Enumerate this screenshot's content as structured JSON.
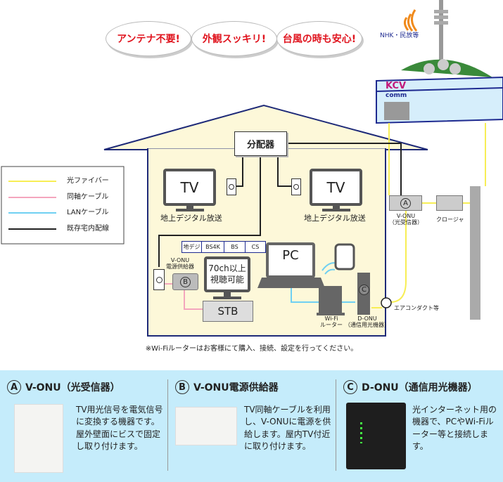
{
  "bubbles": [
    "アンテナ不要!",
    "外観スッキリ!",
    "台風の時も安心!"
  ],
  "station": {
    "label": "NHK・民放等",
    "logo_top": "KCV",
    "logo_bottom": "comm"
  },
  "legend": [
    {
      "label": "光ファイバー",
      "color": "#f7ee55"
    },
    {
      "label": "同軸ケーブル",
      "color": "#f4a6bd"
    },
    {
      "label": "LANケーブル",
      "color": "#6fd0f2"
    },
    {
      "label": "既存宅内配線",
      "color": "#222222"
    }
  ],
  "house": {
    "splitter": "分配器",
    "tv_left": "TV",
    "tv_right": "TV",
    "tv_left_label": "地上デジタル放送",
    "tv_right_label": "地上デジタル放送",
    "channels": [
      "地デジ",
      "BS4K",
      "BS",
      "CS"
    ],
    "vonu_power_label": "V-ONU\n電源供給器",
    "marker_b": "B",
    "tv_70ch": "70ch以上\n視聴可能",
    "stb": "STB",
    "pc": "PC",
    "wifi_label": "Wi-Fi\nルーター",
    "donu_label": "D-ONU\n（通信用光機器）",
    "marker_c": "C"
  },
  "outside": {
    "marker_a": "A",
    "vonu_label": "V-ONU\n（光受信器）",
    "closure": "クロージャ",
    "duct": "エアコンダクト等"
  },
  "note": "※Wi-Fiルーターはお客様にて購入、接続、設定を行ってください。",
  "panels": [
    {
      "marker": "A",
      "title": "V-ONU（光受信器）",
      "text": "TV用光信号を電気信号に変換する機器です。屋外壁面にビスで固定し取り付けます。"
    },
    {
      "marker": "B",
      "title": "V-ONU電源供給器",
      "text": "TV同軸ケーブルを利用し、V-ONUに電源を供給します。屋内TV付近に取り付けます。"
    },
    {
      "marker": "C",
      "title": "D-ONU（通信用光機器）",
      "text": "光インターネット用の機器で、PCやWi-Fiルーター等と接続します。"
    }
  ]
}
